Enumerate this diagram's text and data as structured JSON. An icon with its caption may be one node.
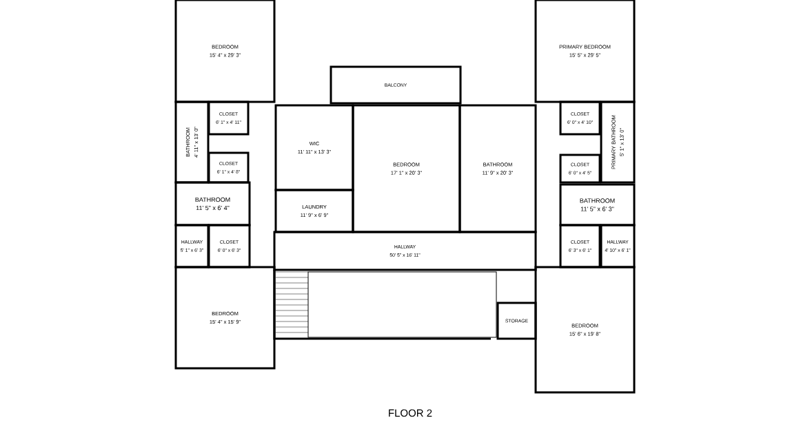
{
  "diagram": {
    "title": "FLOOR 2",
    "nodes": [
      {
        "text": [
          "BEDROOM",
          "15' 4\" x 29' 3\""
        ]
      },
      {
        "text": [
          "PRIMARY BEDROOM",
          "15' 5\" x 29' 5\""
        ]
      },
      {
        "text": [
          "BALCONY"
        ]
      },
      {
        "text": [
          "CLOSET",
          "6' 1\" x 4' 11\""
        ]
      },
      {
        "text": [
          "BATHROOM",
          "4' 11\" x 13' 0\""
        ]
      },
      {
        "text": [
          "WIC",
          "11' 11\" x 13' 3\""
        ]
      },
      {
        "text": [
          "BEDROOM",
          "17' 1\" x 20' 3\""
        ]
      },
      {
        "text": [
          "BATHROOM",
          "11' 9\" x 20' 3\""
        ]
      },
      {
        "text": [
          "CLOSET",
          "6' 0\" x 4' 10\""
        ]
      },
      {
        "text": [
          "PRIMARY BATHROOM",
          "5' 1\" x 13' 0\""
        ]
      },
      {
        "text": [
          "CLOSET",
          "6' 1\" x 4' 8\""
        ]
      },
      {
        "text": [
          "CLOSET",
          "6' 0\" x 4' 5\""
        ]
      },
      {
        "text": [
          "BATHROOM",
          "11' 5\" x 6' 4\""
        ]
      },
      {
        "text": [
          "LAUNDRY",
          "11' 9\" x 6' 9\""
        ]
      },
      {
        "text": [
          "BATHROOM",
          "11' 5\" x 6' 3\""
        ]
      },
      {
        "text": [
          "HALLWAY",
          "5' 1\" x 6' 3\""
        ]
      },
      {
        "text": [
          "CLOSET",
          "6' 0\" x 6' 3\""
        ]
      },
      {
        "text": [
          "HALLWAY",
          "50' 5\" x 16' 11\""
        ]
      },
      {
        "text": [
          "CLOSET",
          "6' 3\" x 6' 1\""
        ]
      },
      {
        "text": [
          "HALLWAY",
          "4' 10\" x 6' 1\""
        ]
      },
      {
        "text": [
          "STORAGE"
        ]
      },
      {
        "text": [
          "BEDROOM",
          "15' 4\" x 15' 9\""
        ]
      },
      {
        "text": [
          "BEDROOM",
          "15' 6\" x 19' 8\""
        ]
      }
    ]
  }
}
